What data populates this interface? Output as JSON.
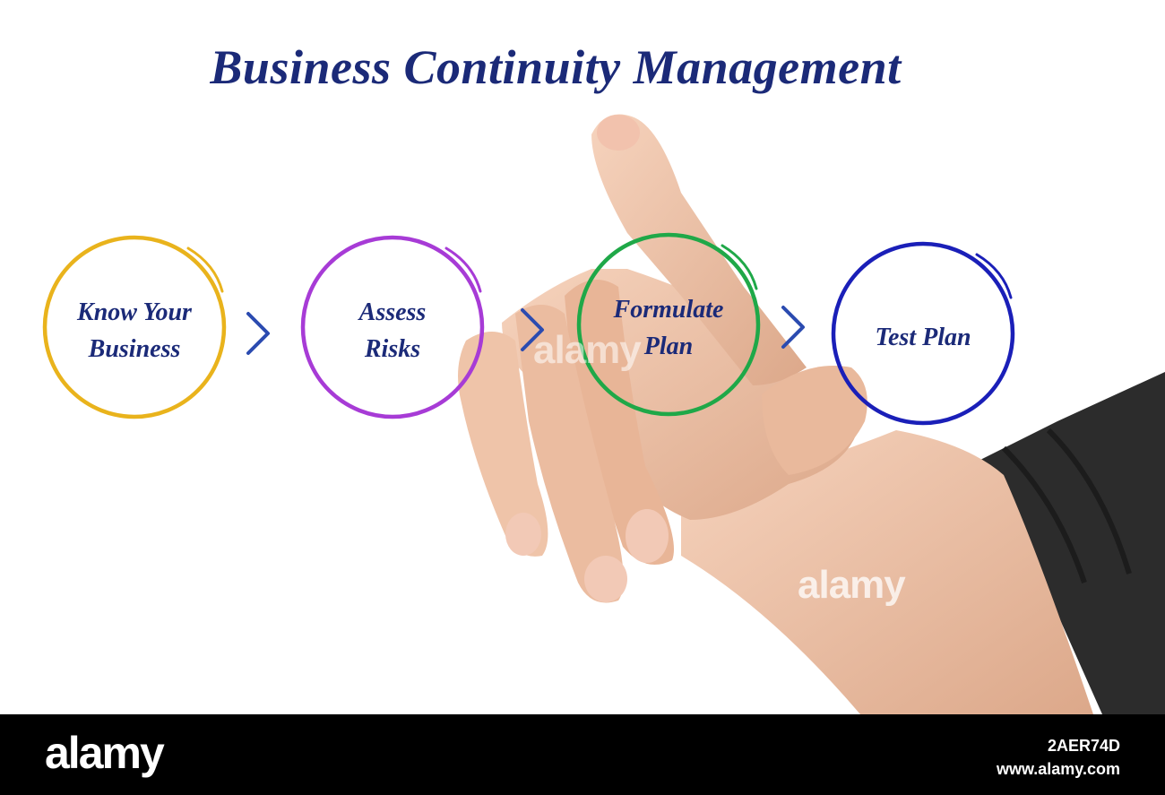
{
  "title": "Business Continuity Management",
  "steps": [
    {
      "lines": [
        "Know Your",
        "Business"
      ],
      "color": "#e9b31c"
    },
    {
      "lines": [
        "Assess",
        "Risks"
      ],
      "color": "#a73bd6"
    },
    {
      "lines": [
        "Formulate",
        "Plan"
      ],
      "color": "#1fa848"
    },
    {
      "lines": [
        "Test Plan"
      ],
      "color": "#1a1fb8"
    }
  ],
  "arrow_color": "#2b4bb0",
  "text_color": "#1b2a78",
  "watermark": "alamy",
  "footer": {
    "brand": "alamy",
    "image_id": "2AER74D",
    "site": "www.alamy.com"
  }
}
